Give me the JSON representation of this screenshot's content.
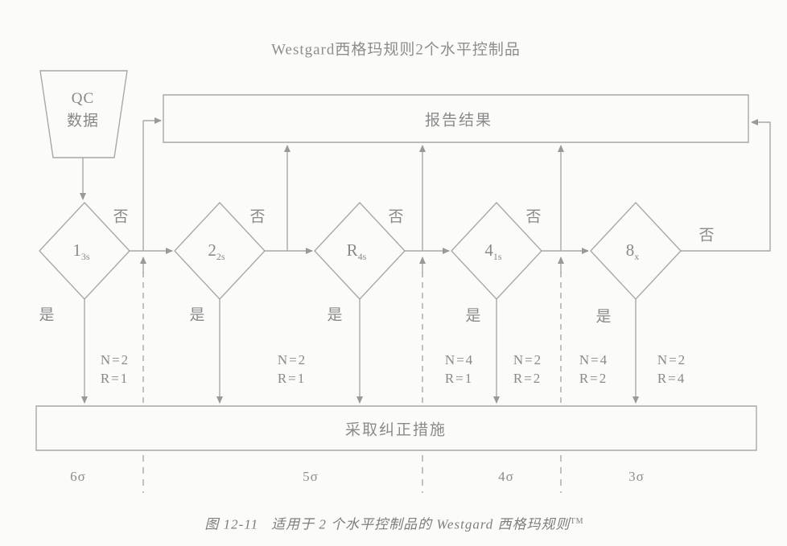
{
  "title": "Westgard西格玛规则2个水平控制品",
  "nodes": {
    "qc": {
      "line1": "QC",
      "line2": "数据"
    },
    "report": "报告结果",
    "corrective": "采取纠正措施"
  },
  "rules": [
    {
      "base": "1",
      "sub": "3s"
    },
    {
      "base": "2",
      "sub": "2s"
    },
    {
      "base": "R",
      "sub": "4s"
    },
    {
      "base": "4",
      "sub": "1s"
    },
    {
      "base": "8",
      "sub": "x"
    }
  ],
  "labels": {
    "no": "否",
    "yes": "是"
  },
  "nr_labels": [
    {
      "n": "N=2",
      "r": "R=1"
    },
    {
      "n": "N=2",
      "r": "R=1"
    },
    {
      "n": "N=4",
      "r": "R=1"
    },
    {
      "n": "N=2",
      "r": "R=2"
    },
    {
      "n": "N=4",
      "r": "R=2"
    },
    {
      "n": "N=2",
      "r": "R=4"
    }
  ],
  "sigma_labels": [
    "6σ",
    "5σ",
    "4σ",
    "3σ"
  ],
  "caption": {
    "figure": "图 12-11",
    "text": "适用于 2 个水平控制品的 Westgard 西格玛规则",
    "tm": "TM"
  },
  "colors": {
    "line": "#a8a8a8",
    "text": "#8a8a8a",
    "background": "#fbfbf9"
  }
}
